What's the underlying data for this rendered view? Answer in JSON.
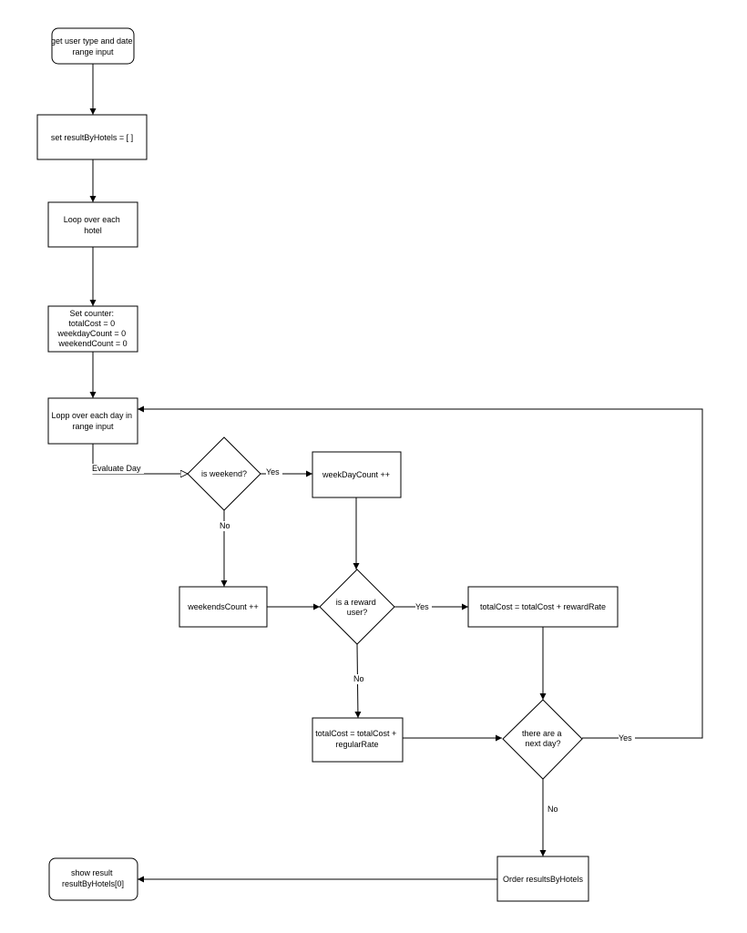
{
  "colors": {
    "background": "#ffffff",
    "stroke": "#000000",
    "text": "#000000"
  },
  "nodes": {
    "start": {
      "shape": "rounded-rect",
      "lines": [
        "get user type and date",
        "range input"
      ]
    },
    "init_result": {
      "shape": "rect",
      "lines": [
        "set resultByHotels = [ ]"
      ]
    },
    "loop_hotel": {
      "shape": "rect",
      "lines": [
        "Loop over each",
        "hotel"
      ]
    },
    "set_counter": {
      "shape": "rect",
      "lines": [
        "Set counter:",
        "totalCost = 0",
        "weekdayCount = 0",
        "weekendCount = 0"
      ]
    },
    "loop_day": {
      "shape": "rect",
      "lines": [
        "Lopp over each day in",
        "range input"
      ]
    },
    "is_weekend": {
      "shape": "diamond",
      "lines": [
        "is weekend?"
      ]
    },
    "weekday_inc": {
      "shape": "rect",
      "lines": [
        "weekDayCount ++"
      ]
    },
    "weekends_inc": {
      "shape": "rect",
      "lines": [
        "weekendsCount ++"
      ]
    },
    "is_reward": {
      "shape": "diamond",
      "lines": [
        "is a reward",
        "user?"
      ]
    },
    "reward_cost": {
      "shape": "rect",
      "lines": [
        "totalCost = totalCost + rewardRate"
      ]
    },
    "regular_cost": {
      "shape": "rect",
      "lines": [
        "totalCost = totalCost +",
        "regularRate"
      ]
    },
    "next_day": {
      "shape": "diamond",
      "lines": [
        "there are a",
        "next day?"
      ]
    },
    "order": {
      "shape": "rect",
      "lines": [
        "Order resultsByHotels"
      ]
    },
    "show_result": {
      "shape": "rounded-rect",
      "lines": [
        "show result",
        "resultByHotels[0]"
      ]
    }
  },
  "edge_labels": {
    "evaluate_day": "Evaluate Day",
    "weekend_yes": "Yes",
    "weekend_no": "No",
    "reward_yes": "Yes",
    "reward_no": "No",
    "next_yes": "Yes",
    "next_no": "No"
  },
  "edges": [
    {
      "from": "start",
      "to": "init_result"
    },
    {
      "from": "init_result",
      "to": "loop_hotel"
    },
    {
      "from": "loop_hotel",
      "to": "set_counter"
    },
    {
      "from": "set_counter",
      "to": "loop_day"
    },
    {
      "from": "loop_day",
      "to": "is_weekend",
      "label": "Evaluate Day"
    },
    {
      "from": "is_weekend",
      "to": "weekday_inc",
      "label": "Yes"
    },
    {
      "from": "is_weekend",
      "to": "weekends_inc",
      "label": "No"
    },
    {
      "from": "weekday_inc",
      "to": "is_reward"
    },
    {
      "from": "weekends_inc",
      "to": "is_reward"
    },
    {
      "from": "is_reward",
      "to": "reward_cost",
      "label": "Yes"
    },
    {
      "from": "is_reward",
      "to": "regular_cost",
      "label": "No"
    },
    {
      "from": "reward_cost",
      "to": "next_day"
    },
    {
      "from": "regular_cost",
      "to": "next_day"
    },
    {
      "from": "next_day",
      "to": "loop_day",
      "label": "Yes"
    },
    {
      "from": "next_day",
      "to": "order",
      "label": "No"
    },
    {
      "from": "order",
      "to": "show_result"
    }
  ]
}
